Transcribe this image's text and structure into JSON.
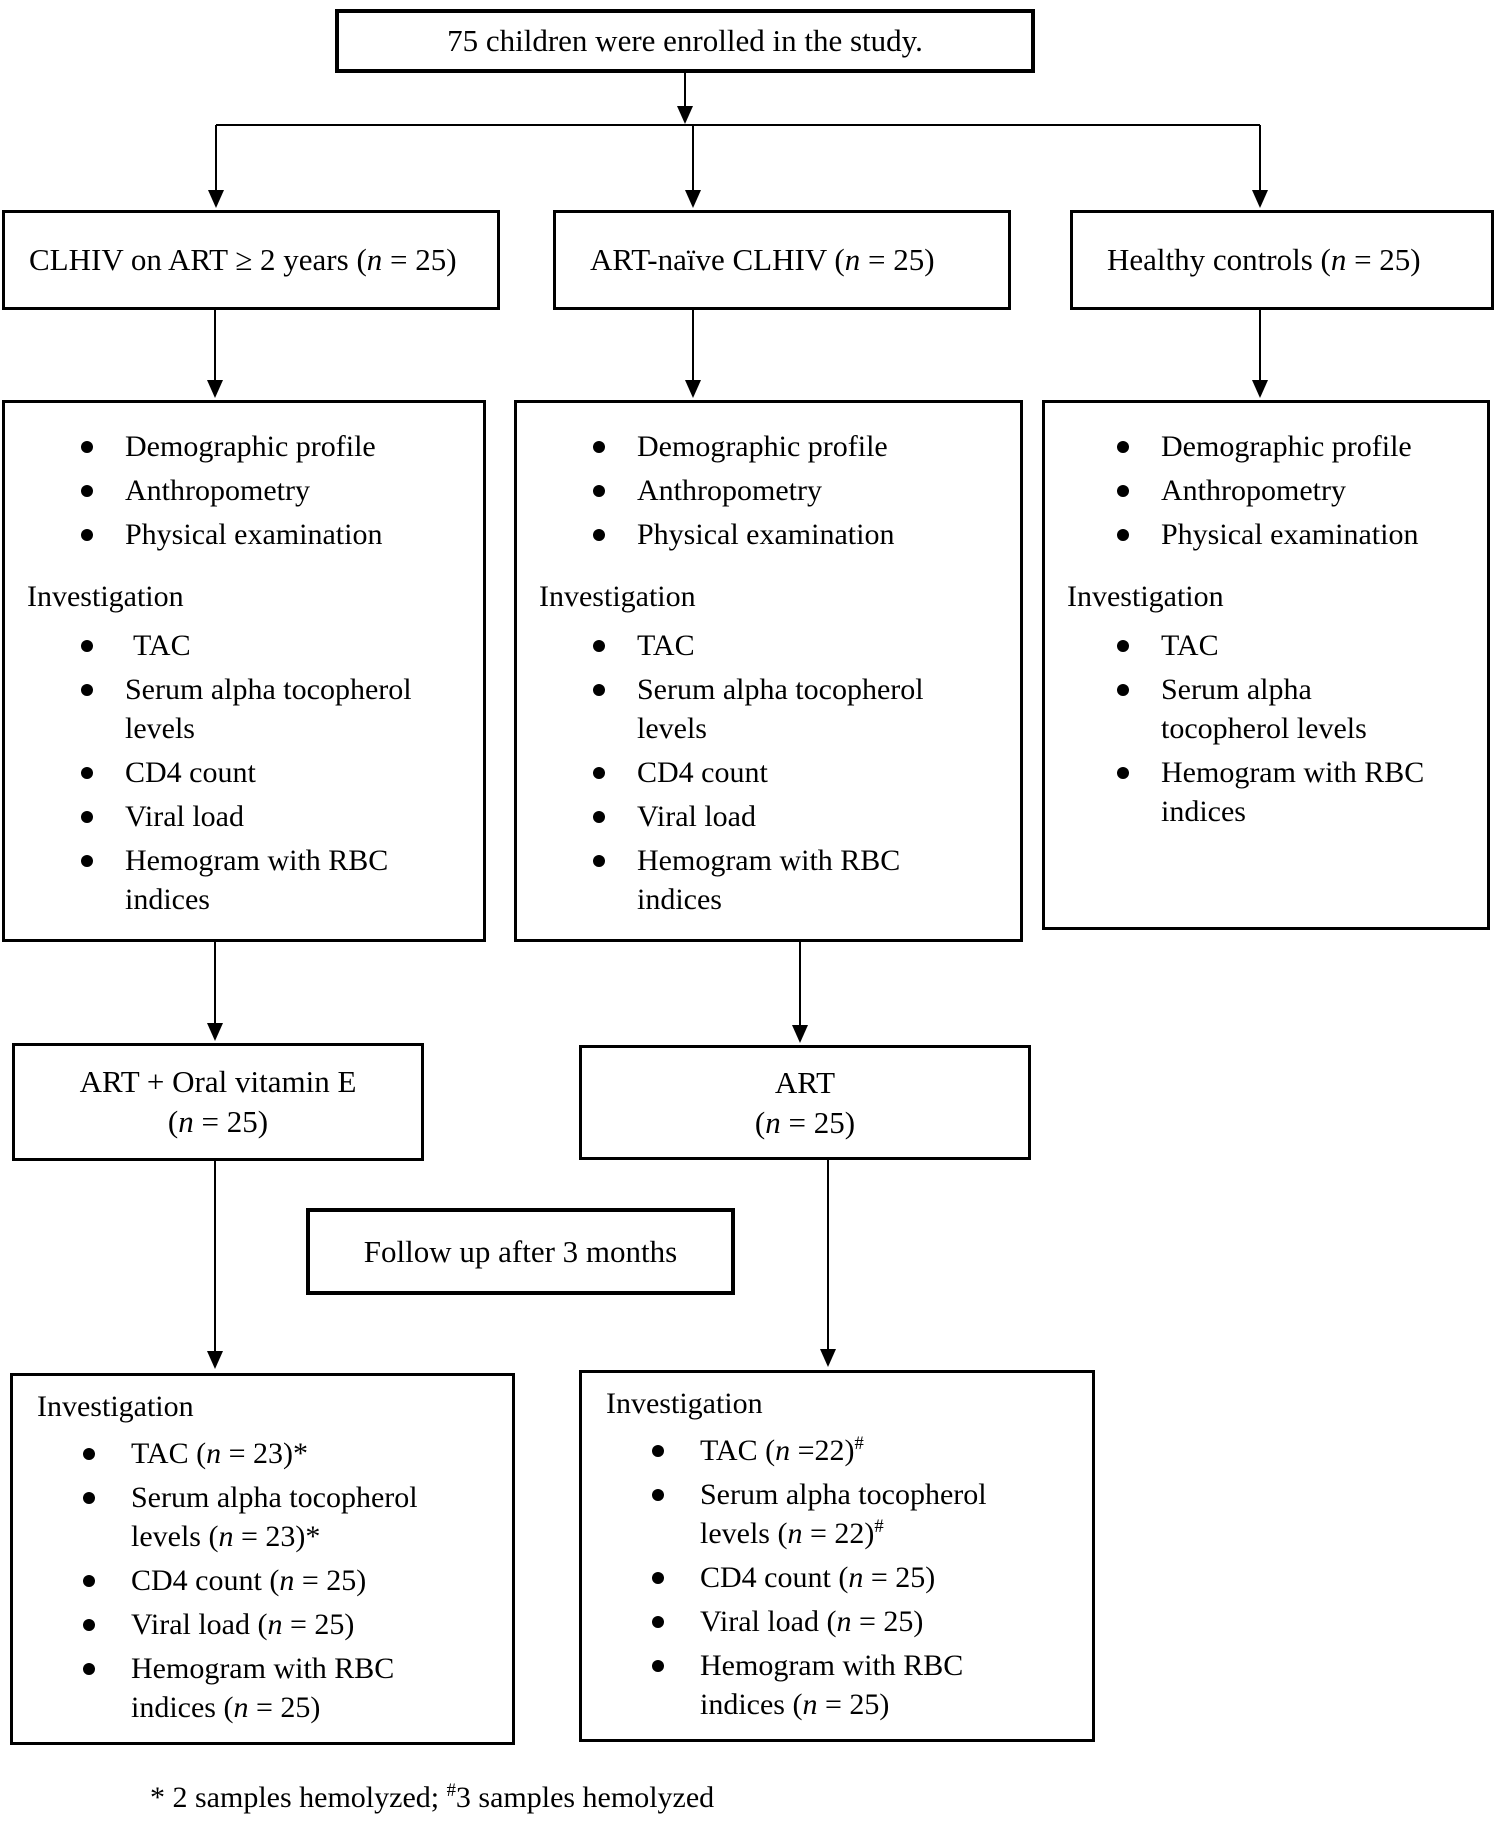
{
  "palette": {
    "ink": "#000000",
    "background": "#ffffff"
  },
  "enrollment_box": {
    "text": "75 children were enrolled in the study."
  },
  "group_boxes": [
    {
      "label": "CLHIV on ART ≥ 2 years (n = 25)"
    },
    {
      "label": "ART-naïve CLHIV (n = 25)"
    },
    {
      "label": "Healthy controls (n = 25)"
    }
  ],
  "baseline_boxes": [
    {
      "clinical_items": [
        "Demographic profile",
        "Anthropometry",
        "Physical examination"
      ],
      "heading": "Investigation",
      "investigation_items": [
        "TAC",
        "Serum alpha tocopherol\nlevels",
        "CD4 count",
        "Viral load",
        "Hemogram with RBC\nindices"
      ]
    },
    {
      "clinical_items": [
        "Demographic profile",
        "Anthropometry",
        "Physical examination"
      ],
      "heading": "Investigation",
      "investigation_items": [
        "TAC",
        "Serum alpha tocopherol\nlevels",
        "CD4 count",
        "Viral load",
        "Hemogram with RBC\nindices"
      ]
    },
    {
      "clinical_items": [
        "Demographic profile",
        "Anthropometry",
        "Physical examination"
      ],
      "heading": "Investigation",
      "investigation_items": [
        "TAC",
        "Serum alpha\ntocopherol levels",
        "Hemogram with RBC\nindices"
      ]
    }
  ],
  "intervention_boxes": [
    {
      "line1": "ART + Oral vitamin E",
      "line2": "(n = 25)"
    },
    {
      "line1": "ART",
      "line2": "(n = 25)"
    }
  ],
  "followup_box": {
    "text": "Follow up after 3 months"
  },
  "followup_assessment_boxes": [
    {
      "heading": "Investigation",
      "items": [
        "TAC (n = 23)*",
        "Serum alpha tocopherol\nlevels (n = 23)*",
        "CD4 count (n = 25)",
        "Viral load (n = 25)",
        "Hemogram with RBC\nindices (n = 25)"
      ]
    },
    {
      "heading": "Investigation",
      "items": [
        "TAC (n =22)#",
        "Serum alpha tocopherol\nlevels (n = 22)#",
        "CD4 count (n = 25)",
        "Viral load (n = 25)",
        "Hemogram with RBC\nindices (n = 25)"
      ]
    }
  ],
  "footnote": {
    "text": "* 2 samples hemolyzed; #3 samples hemolyzed"
  }
}
